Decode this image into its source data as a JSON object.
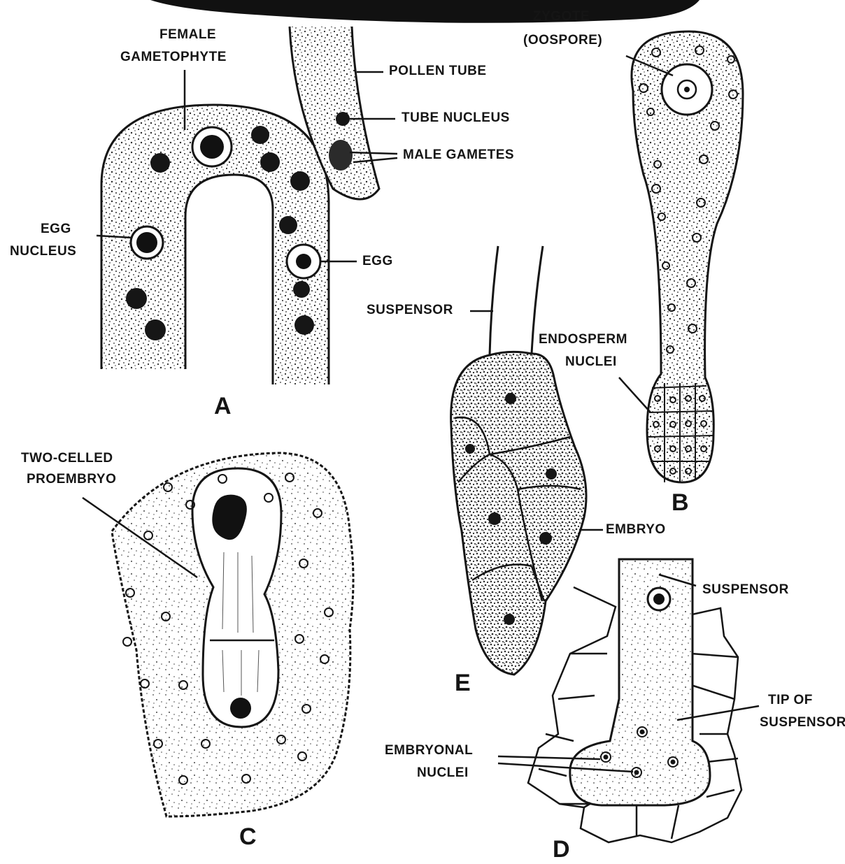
{
  "labels": {
    "female_gametophyte": [
      "FEMALE",
      "GAMETOPHYTE"
    ],
    "pollen_tube": "POLLEN TUBE",
    "tube_nucleus": "TUBE NUCLEUS",
    "male_gametes": "MALE GAMETES",
    "egg_nucleus": [
      "EGG",
      "NUCLEUS"
    ],
    "egg": "EGG",
    "zygote": [
      "ZYGOTE",
      "(OOSPORE)"
    ],
    "suspensor_e": "SUSPENSOR",
    "endosperm_nuclei": [
      "ENDOSPERM",
      "NUCLEI"
    ],
    "two_celled_proembryo": [
      "TWO-CELLED",
      "PROEMBRYO"
    ],
    "embryo": "EMBRYO",
    "suspensor_d": "SUSPENSOR",
    "tip_of_suspensor": [
      "TIP OF",
      "SUSPENSOR"
    ],
    "embryonal_nuclei": [
      "EMBRYONAL",
      "NUCLEI"
    ]
  },
  "panels": {
    "a": "A",
    "b": "B",
    "c": "C",
    "d": "D",
    "e": "E"
  },
  "colors": {
    "ink": "#151515",
    "paper": "#ffffff",
    "stipple": "#3a3a3a"
  }
}
